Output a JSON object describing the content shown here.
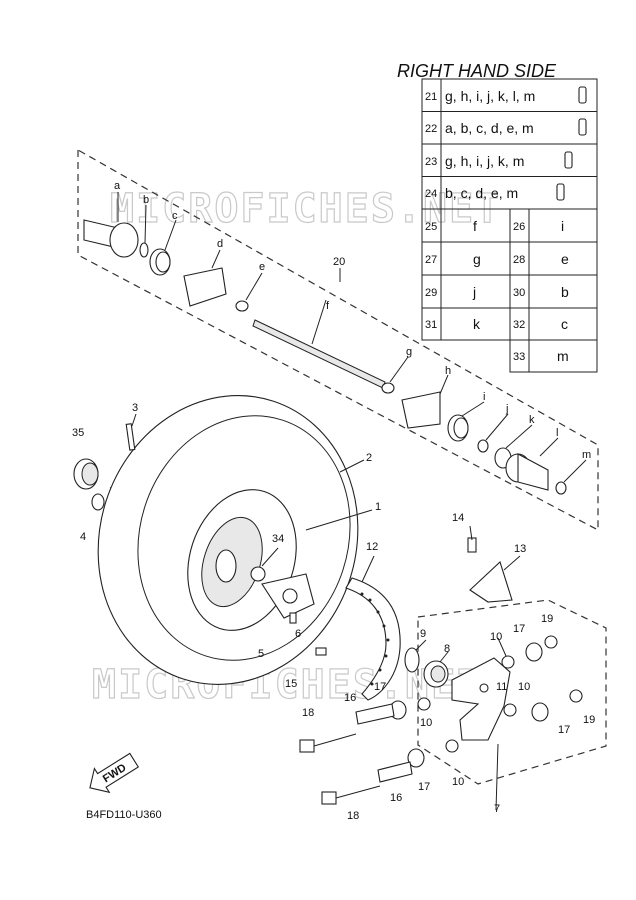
{
  "title": "RIGHT HAND SIDE",
  "diagram_code": "B4FD110-U360",
  "fwd_label": "FWD",
  "watermark": "MICROFICHES.NET",
  "kit_table": [
    {
      "num": "21",
      "letters": "g, h, i, j, k, l, m",
      "grease": true
    },
    {
      "num": "22",
      "letters": "a, b, c, d, e, m",
      "grease": true
    },
    {
      "num": "23",
      "letters": "g, h, i, j, k, m",
      "grease": true
    },
    {
      "num": "24",
      "letters": "b, c, d, e, m",
      "grease": true
    }
  ],
  "pair_table": [
    [
      {
        "num": "25",
        "letter": "f"
      },
      {
        "num": "26",
        "letter": "i"
      }
    ],
    [
      {
        "num": "27",
        "letter": "g"
      },
      {
        "num": "28",
        "letter": "e"
      }
    ],
    [
      {
        "num": "29",
        "letter": "j"
      },
      {
        "num": "30",
        "letter": "b"
      }
    ],
    [
      {
        "num": "31",
        "letter": "k"
      },
      {
        "num": "32",
        "letter": "c"
      }
    ],
    [
      null,
      {
        "num": "33",
        "letter": "m"
      }
    ]
  ],
  "callouts": {
    "a": "a",
    "b": "b",
    "c": "c",
    "d": "d",
    "e": "e",
    "f": "f",
    "g": "g",
    "h": "h",
    "i": "i",
    "j": "j",
    "k": "k",
    "l": "l",
    "m": "m",
    "n20": "20",
    "n1": "1",
    "n2": "2",
    "n3": "3",
    "n35": "35",
    "n4": "4",
    "n34": "34",
    "n6": "6",
    "n5": "5",
    "n12": "12",
    "n14": "14",
    "n13": "13",
    "n9": "9",
    "n8": "8",
    "n10a": "10",
    "n10b": "10",
    "n10c": "10",
    "n10d": "10",
    "n17a": "17",
    "n17b": "17",
    "n17c": "17",
    "n17d": "17",
    "n19a": "19",
    "n19b": "19",
    "n11": "11",
    "n15": "15",
    "n16a": "16",
    "n16b": "16",
    "n18a": "18",
    "n18b": "18",
    "n7": "7"
  }
}
